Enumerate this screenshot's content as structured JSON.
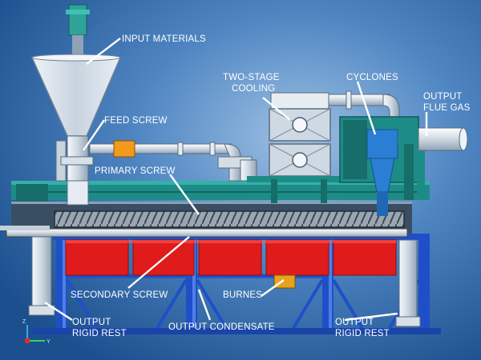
{
  "labels": {
    "input_materials": "INPUT MATERIALS",
    "feed_screw": "FEED SCREW",
    "two_stage_cooling_line1": "TWO-STAGE",
    "two_stage_cooling_line2": "COOLING",
    "cyclones": "CYCLONES",
    "output_flue_gas_line1": "OUTPUT",
    "output_flue_gas_line2": "FLUE GAS",
    "primary_screw": "PRIMARY SCREW",
    "secondary_screw": "SECONDARY SCREW",
    "burnes": "BURNES",
    "output_condensate": "OUTPUT CONDENSATE",
    "output_rigid_rest_left_line1": "OUTPUT",
    "output_rigid_rest_left_line2": "RIGID REST",
    "output_rigid_rest_right_line1": "OUTPUT",
    "output_rigid_rest_right_line2": "RIGID REST"
  },
  "axis_gizmo": {
    "x_label": "Y",
    "z_label": "Z"
  },
  "colors": {
    "background": "#1f5f9e",
    "frame_blue": "#1f4fc8",
    "burner_red": "#e01b1b",
    "housing_teal": "#1e8c86",
    "cyclone_blue": "#2a7fd4",
    "label_white": "#ffffff",
    "hopper_light": "#d9e2ec",
    "duct_orange": "#f39a1c",
    "motor_teal": "#2fa39a"
  }
}
